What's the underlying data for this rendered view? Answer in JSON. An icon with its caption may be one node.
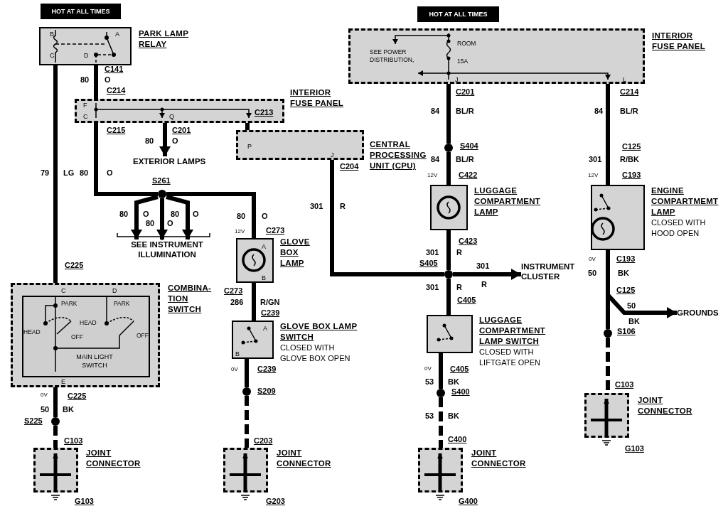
{
  "diagram": {
    "nodes": [
      {
        "text": [
          "HOT AT ALL TIMES"
        ]
      },
      {
        "text": [
          "PARK LAMP RELAY"
        ]
      },
      {
        "text": [
          "INTERIOR FUSE PANEL"
        ]
      },
      {
        "text": [
          "EXTERIOR LAMPS"
        ]
      },
      {
        "text": [
          "CENTRAL PROCESSING UNIT (CPU)"
        ]
      },
      {
        "text": [],
        "shape": "circle",
        "beside": [
          "S261"
        ]
      },
      {
        "text": [
          "SEE INSTRUMENT ILLUMINATION"
        ]
      },
      {
        "text": [
          "GLOVE BOX LAMP"
        ]
      },
      {
        "text": [
          "GLOVE BOX LAMP SWITCH",
          "CLOSED WITH GLOVE BOX OPEN"
        ]
      },
      {
        "text": [
          "COMBINA-TION SWITCH"
        ]
      },
      {
        "text": [
          "MAIN LIGHT SWITCH"
        ],
        "in": 9
      },
      {
        "text": [],
        "shape": "circle",
        "beside": [
          "S225"
        ]
      },
      {
        "text": [
          "JOINT CONNECTOR"
        ],
        "beside": [
          "G103"
        ]
      },
      {
        "text": [],
        "shape": "circle",
        "beside": [
          "S209"
        ]
      },
      {
        "text": [
          "JOINT CONNECTOR"
        ],
        "beside": [
          "G203"
        ]
      },
      {
        "text": [
          "HOT AT ALL TIMES"
        ]
      },
      {
        "text": [
          "INTERIOR FUSE PANEL"
        ]
      },
      {
        "text": [],
        "shape": "circle",
        "beside": [
          "S404"
        ]
      },
      {
        "text": [
          "LUGGAGE COMPARTMENT LAMP"
        ]
      },
      {
        "text": [],
        "shape": "circle",
        "beside": [
          "S405"
        ]
      },
      {
        "text": [
          "INSTRUMENT CLUSTER"
        ]
      },
      {
        "text": [
          "LUGGAGE COMPARTMENT LAMP SWITCH",
          "CLOSED WITH LIFTGATE OPEN"
        ]
      },
      {
        "text": [],
        "shape": "circle",
        "beside": [
          "S400"
        ]
      },
      {
        "text": [
          "JOINT CONNECTOR"
        ],
        "beside": [
          "G400"
        ]
      },
      {
        "text": [
          "ENGINE COMPARTMEMT LAMP",
          "CLOSED WITH HOOD OPEN"
        ]
      },
      {
        "text": [
          "GROUNDS"
        ]
      },
      {
        "text": [],
        "shape": "circle",
        "beside": [
          "S106"
        ]
      },
      {
        "text": [
          "JOINT CONNECTOR"
        ],
        "beside": [
          "G103"
        ]
      }
    ],
    "edges": [
      {
        "from": 1,
        "to": 2,
        "arrow": "none"
      },
      {
        "from": 1,
        "to": 9,
        "arrow": "none"
      },
      {
        "from": 2,
        "to": 3,
        "arrow": "to"
      },
      {
        "from": 2,
        "to": 4,
        "arrow": "none"
      },
      {
        "from": 2,
        "to": 5,
        "arrow": "none"
      },
      {
        "from": 5,
        "to": 6,
        "arrow": "to"
      },
      {
        "from": 5,
        "to": 6,
        "arrow": "to"
      },
      {
        "from": 5,
        "to": 6,
        "arrow": "to"
      },
      {
        "from": 5,
        "to": 7,
        "arrow": "none"
      },
      {
        "from": 7,
        "to": 8,
        "arrow": "none"
      },
      {
        "from": 8,
        "to": 13,
        "arrow": "none"
      },
      {
        "from": 13,
        "to": 14,
        "arrow": "none",
        "style": "dashed"
      },
      {
        "from": 9,
        "to": 11,
        "arrow": "none"
      },
      {
        "from": 11,
        "to": 12,
        "arrow": "none",
        "style": "dashed"
      },
      {
        "from": 4,
        "to": 19,
        "arrow": "none"
      },
      {
        "from": 16,
        "to": 17,
        "arrow": "none"
      },
      {
        "from": 17,
        "to": 18,
        "arrow": "none"
      },
      {
        "from": 18,
        "to": 19,
        "arrow": "none"
      },
      {
        "from": 19,
        "to": 20,
        "arrow": "to"
      },
      {
        "from": 19,
        "to": 21,
        "arrow": "none"
      },
      {
        "from": 21,
        "to": 22,
        "arrow": "none"
      },
      {
        "from": 22,
        "to": 23,
        "arrow": "none",
        "style": "dashed"
      },
      {
        "from": 16,
        "to": 24,
        "arrow": "none"
      },
      {
        "from": 24,
        "to": 25,
        "arrow": "to"
      },
      {
        "from": 24,
        "to": 26,
        "arrow": "none"
      },
      {
        "from": 26,
        "to": 27,
        "arrow": "none",
        "style": "dashed"
      }
    ],
    "labels": [
      "B",
      "A",
      "C",
      "D",
      "C141",
      "80",
      "O",
      "C214",
      "F",
      "C",
      "Q",
      "C213",
      "C215",
      "C201",
      "80",
      "O",
      "P",
      "J",
      "C204",
      "79",
      "LG",
      "80",
      "O",
      "80",
      "O",
      "80",
      "O",
      "80",
      "O",
      "80",
      "O",
      "12V",
      "C273",
      "A",
      "B",
      "C273",
      "286",
      "R/GN",
      "C239",
      "A",
      "B",
      "301",
      "R",
      "C225",
      "C",
      "D",
      "PARK",
      "PARK",
      "HEAD",
      "HEAD",
      "OFF",
      "OFF",
      "E",
      "0V",
      "C225",
      "50",
      "BK",
      "C103",
      "0V",
      "C239",
      "C203",
      "ROOM",
      "SEE POWER DISTRIBUTION,",
      "15A",
      "J",
      "L",
      "C201",
      "84",
      "BL/R",
      "84",
      "BL/R",
      "C214",
      "84",
      "BL/R",
      "C125",
      "301",
      "R/BK",
      "12V",
      "C422",
      "12V",
      "C193",
      "C423",
      "301",
      "R",
      "301",
      "R",
      "301",
      "R",
      "C405",
      "0V",
      "C193",
      "50",
      "BK",
      "C125",
      "50",
      "BK",
      "0V",
      "C405",
      "53",
      "BK",
      "53",
      "BK",
      "C400",
      "C103"
    ]
  }
}
